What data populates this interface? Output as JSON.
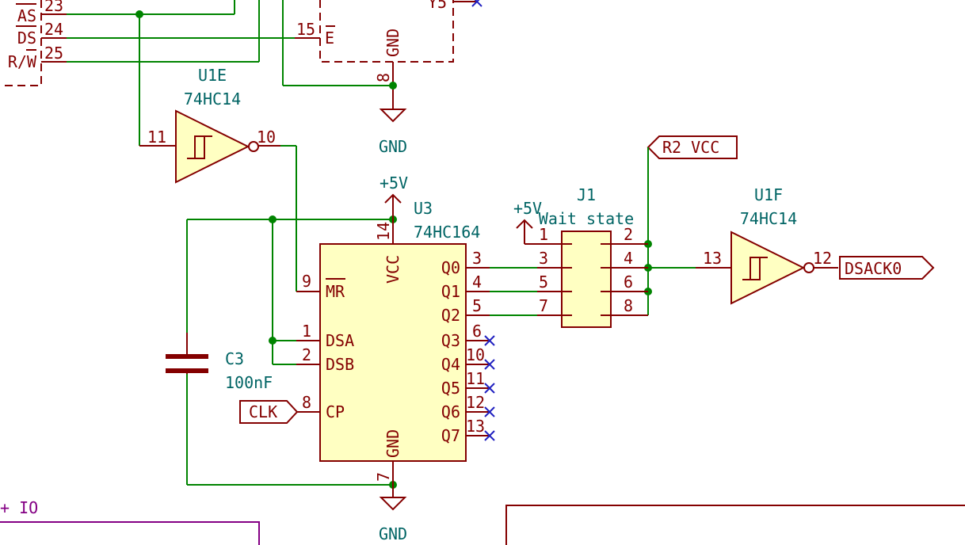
{
  "upper_left": {
    "pins": [
      {
        "num": "23",
        "name": "AS"
      },
      {
        "num": "24",
        "name": "DS"
      },
      {
        "num": "25",
        "name": "R/W"
      }
    ]
  },
  "upper_chip": {
    "pin15_num": "15",
    "pin15_name": "E",
    "gnd_name": "GND",
    "gnd_num": "8",
    "y5_name": "Y5",
    "gnd_label": "GND"
  },
  "u1e": {
    "ref": "U1E",
    "value": "74HC14",
    "in_pin": "11",
    "out_pin": "10"
  },
  "u3": {
    "ref": "U3",
    "value": "74HC164",
    "vcc_pin": "14",
    "vcc_name": "VCC",
    "gnd_pin": "7",
    "gnd_name": "GND",
    "left_pins": [
      {
        "num": "9",
        "name": "MR"
      },
      {
        "num": "1",
        "name": "DSA"
      },
      {
        "num": "2",
        "name": "DSB"
      },
      {
        "num": "8",
        "name": "CP"
      }
    ],
    "right_pins": [
      {
        "num": "3",
        "name": "Q0"
      },
      {
        "num": "4",
        "name": "Q1"
      },
      {
        "num": "5",
        "name": "Q2"
      },
      {
        "num": "6",
        "name": "Q3"
      },
      {
        "num": "10",
        "name": "Q4"
      },
      {
        "num": "11",
        "name": "Q5"
      },
      {
        "num": "12",
        "name": "Q6"
      },
      {
        "num": "13",
        "name": "Q7"
      }
    ]
  },
  "power": {
    "vcc_label": "+5V",
    "gnd_label": "GND",
    "j1_vcc_label": "+5V"
  },
  "c3": {
    "ref": "C3",
    "value": "100nF"
  },
  "clk_label": "CLK",
  "j1": {
    "ref": "J1",
    "value": "Wait state",
    "left_pins": [
      "1",
      "3",
      "5",
      "7"
    ],
    "right_pins": [
      "2",
      "4",
      "6",
      "8"
    ]
  },
  "r2vcc_label": "R2 VCC",
  "u1f": {
    "ref": "U1F",
    "value": "74HC14",
    "in_pin": "13",
    "out_pin": "12"
  },
  "dsack_label": "DSACK0",
  "bottom_label": "+ IO"
}
